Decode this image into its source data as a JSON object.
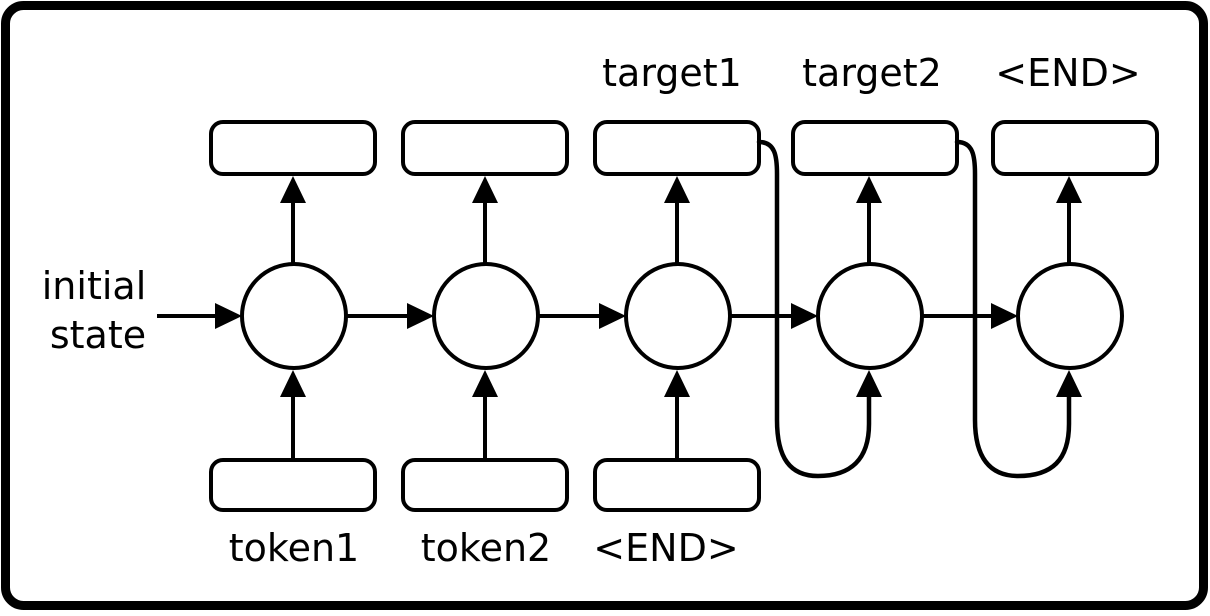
{
  "diagram": {
    "title": "",
    "colors": {
      "stroke": "#000000",
      "background": "#ffffff",
      "frame": "#000000"
    },
    "initial_state_label": {
      "line1": "initial",
      "line2": "state"
    },
    "output_labels": [
      "",
      "",
      "target1",
      "target2",
      "<END>"
    ],
    "input_labels": [
      "token1",
      "token2",
      "<END>",
      "",
      ""
    ],
    "steps": [
      {
        "index": 1,
        "input": "token1",
        "output": "",
        "has_feedback_in": false,
        "has_feedback_out": false
      },
      {
        "index": 2,
        "input": "token2",
        "output": "",
        "has_feedback_in": false,
        "has_feedback_out": false
      },
      {
        "index": 3,
        "input": "<END>",
        "output": "target1",
        "has_feedback_in": false,
        "has_feedback_out": true
      },
      {
        "index": 4,
        "input": "",
        "output": "target2",
        "has_feedback_in": true,
        "has_feedback_out": true
      },
      {
        "index": 5,
        "input": "",
        "output": "<END>",
        "has_feedback_in": true,
        "has_feedback_out": false
      }
    ]
  }
}
